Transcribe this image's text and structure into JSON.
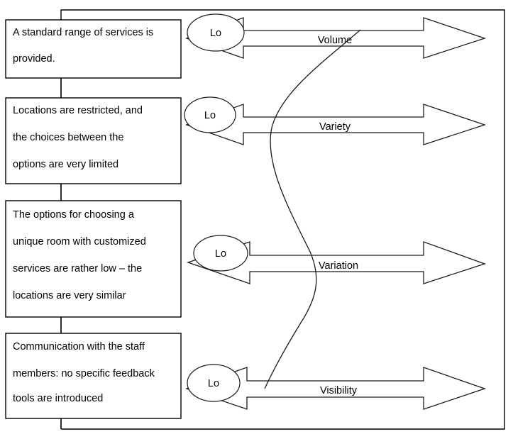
{
  "diagram": {
    "type": "four-vs-process-diagram",
    "outer_frame": {
      "visible": true
    },
    "statement_boxes": [
      {
        "id": "box-volume",
        "lines": [
          "A standard range of services is",
          "provided."
        ]
      },
      {
        "id": "box-variety",
        "lines": [
          "Locations are restricted, and",
          "the choices between the",
          "options are very limited"
        ]
      },
      {
        "id": "box-variation",
        "lines": [
          "The options for choosing a",
          "unique room with customized",
          "services are rather low – the",
          "locations are very similar"
        ]
      },
      {
        "id": "box-visibility",
        "lines": [
          "Communication with the staff",
          "members: no specific feedback",
          "tools are introduced"
        ]
      }
    ],
    "dimension_arrows": [
      {
        "id": "arrow-volume",
        "label": "Volume",
        "low_marker": "Lo"
      },
      {
        "id": "arrow-variety",
        "label": "Variety",
        "low_marker": "Lo"
      },
      {
        "id": "arrow-variation",
        "label": "Variation",
        "low_marker": "Lo"
      },
      {
        "id": "arrow-visibility",
        "label": "Visibility",
        "low_marker": "Lo"
      }
    ],
    "profile_curve": {
      "id": "position-profile-curve",
      "description": "hand-drawn profile line crossing the four dimension arrows"
    },
    "colors": {
      "stroke": "#000000",
      "fill": "#ffffff",
      "text": "#000000"
    }
  }
}
